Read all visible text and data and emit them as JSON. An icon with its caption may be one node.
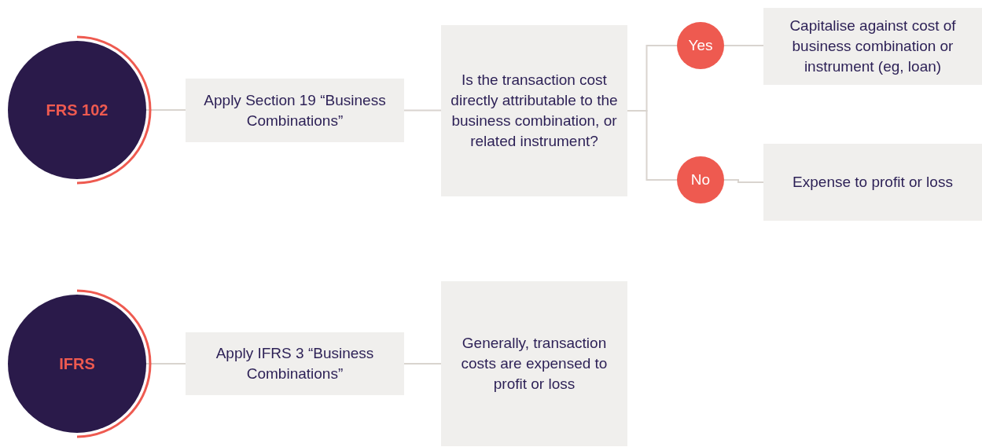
{
  "diagram": {
    "nodes": [
      {
        "text": [
          "FRS 102"
        ]
      },
      {
        "text": [
          "Apply Section 19 “Business Combinations”"
        ]
      },
      {
        "text": [
          "Is the transaction cost directly attributable to the business combination, or related instrument?"
        ]
      },
      {
        "text": [
          "Yes"
        ]
      },
      {
        "text": [
          "Capitalise against cost of business combination or instrument (eg, loan)"
        ]
      },
      {
        "text": [
          "No"
        ]
      },
      {
        "text": [
          "Expense to profit or loss"
        ]
      },
      {
        "text": [
          "IFRS"
        ]
      },
      {
        "text": [
          "Apply IFRS 3 “Business Combinations”"
        ]
      },
      {
        "text": [
          "Generally, transaction costs are expensed to profit or loss"
        ]
      }
    ],
    "edges": [
      {
        "from": 0,
        "to": 1,
        "arrow": "none"
      },
      {
        "from": 1,
        "to": 2,
        "arrow": "none"
      },
      {
        "from": 2,
        "to": 3,
        "arrow": "none"
      },
      {
        "from": 2,
        "to": 5,
        "arrow": "none"
      },
      {
        "from": 3,
        "to": 4,
        "arrow": "none"
      },
      {
        "from": 5,
        "to": 6,
        "arrow": "none"
      },
      {
        "from": 7,
        "to": 8,
        "arrow": "none"
      },
      {
        "from": 8,
        "to": 9,
        "arrow": "none"
      }
    ]
  }
}
